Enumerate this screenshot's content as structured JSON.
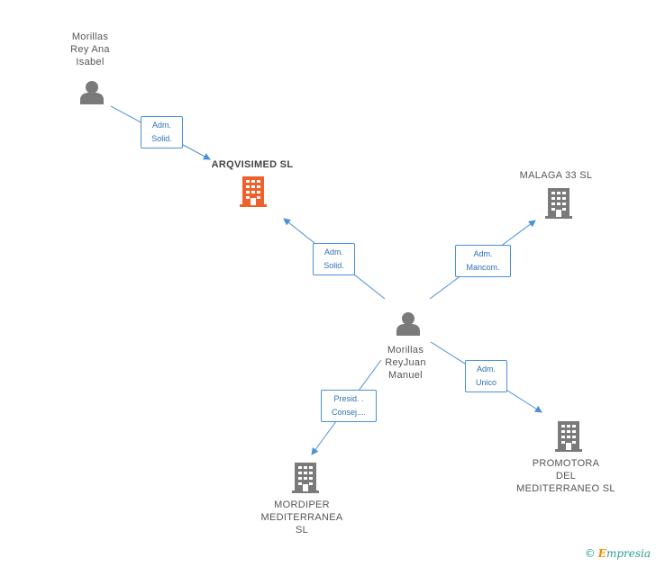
{
  "colors": {
    "edge": "#4a90d9",
    "person": "#7a7a7a",
    "company": "#7a7a7a",
    "main_company": "#f0602a"
  },
  "nodes": {
    "ana": {
      "label": "Morillas\nRey Ana\nIsabel",
      "icon": "person-icon"
    },
    "juan": {
      "label": "Morillas\nReyJuan\nManuel",
      "icon": "person-icon"
    },
    "arqvisimed": {
      "label": "ARQVISIMED SL",
      "icon": "building-icon"
    },
    "malaga": {
      "label": "MALAGA 33 SL",
      "icon": "building-icon"
    },
    "promotora": {
      "label": "PROMOTORA\nDEL\nMEDITERRANEO SL",
      "icon": "building-icon"
    },
    "mordiper": {
      "label": "MORDIPER\nMEDITERRANEA\nSL",
      "icon": "building-icon"
    }
  },
  "edges": {
    "ana_arq": {
      "label": "Adm.\nSolid."
    },
    "juan_arq": {
      "label": "Adm.\nSolid."
    },
    "juan_malaga": {
      "label": "Adm.\nMancom."
    },
    "juan_promotora": {
      "label": "Adm.\nUnico"
    },
    "juan_mordiper": {
      "label": "Presid. .\nConsej...."
    }
  },
  "brand": {
    "copyright": "©",
    "first": "E",
    "rest": "mpresia"
  }
}
